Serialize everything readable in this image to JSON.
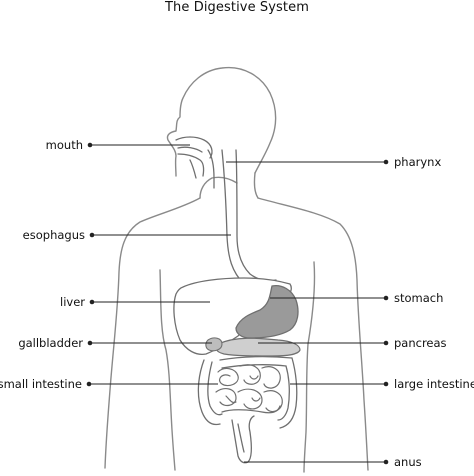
{
  "title": "The Digestive System",
  "labels": {
    "mouth": "mouth",
    "pharynx": "pharynx",
    "esophagus": "esophagus",
    "liver": "liver",
    "stomach": "stomach",
    "gallbladder": "gallbladder",
    "pancreas": "pancreas",
    "small_intestine": "small intestine",
    "large_intestine": "large intestine",
    "anus": "anus"
  },
  "colors": {
    "body_outline": "#8a8a8a",
    "organ_outline": "#6f6f6f",
    "leader_line": "#222222",
    "stomach_fill": "#9a9a9a",
    "pancreas_fill": "#cfcfcf",
    "gallbladder_fill": "#bdbdbd"
  }
}
